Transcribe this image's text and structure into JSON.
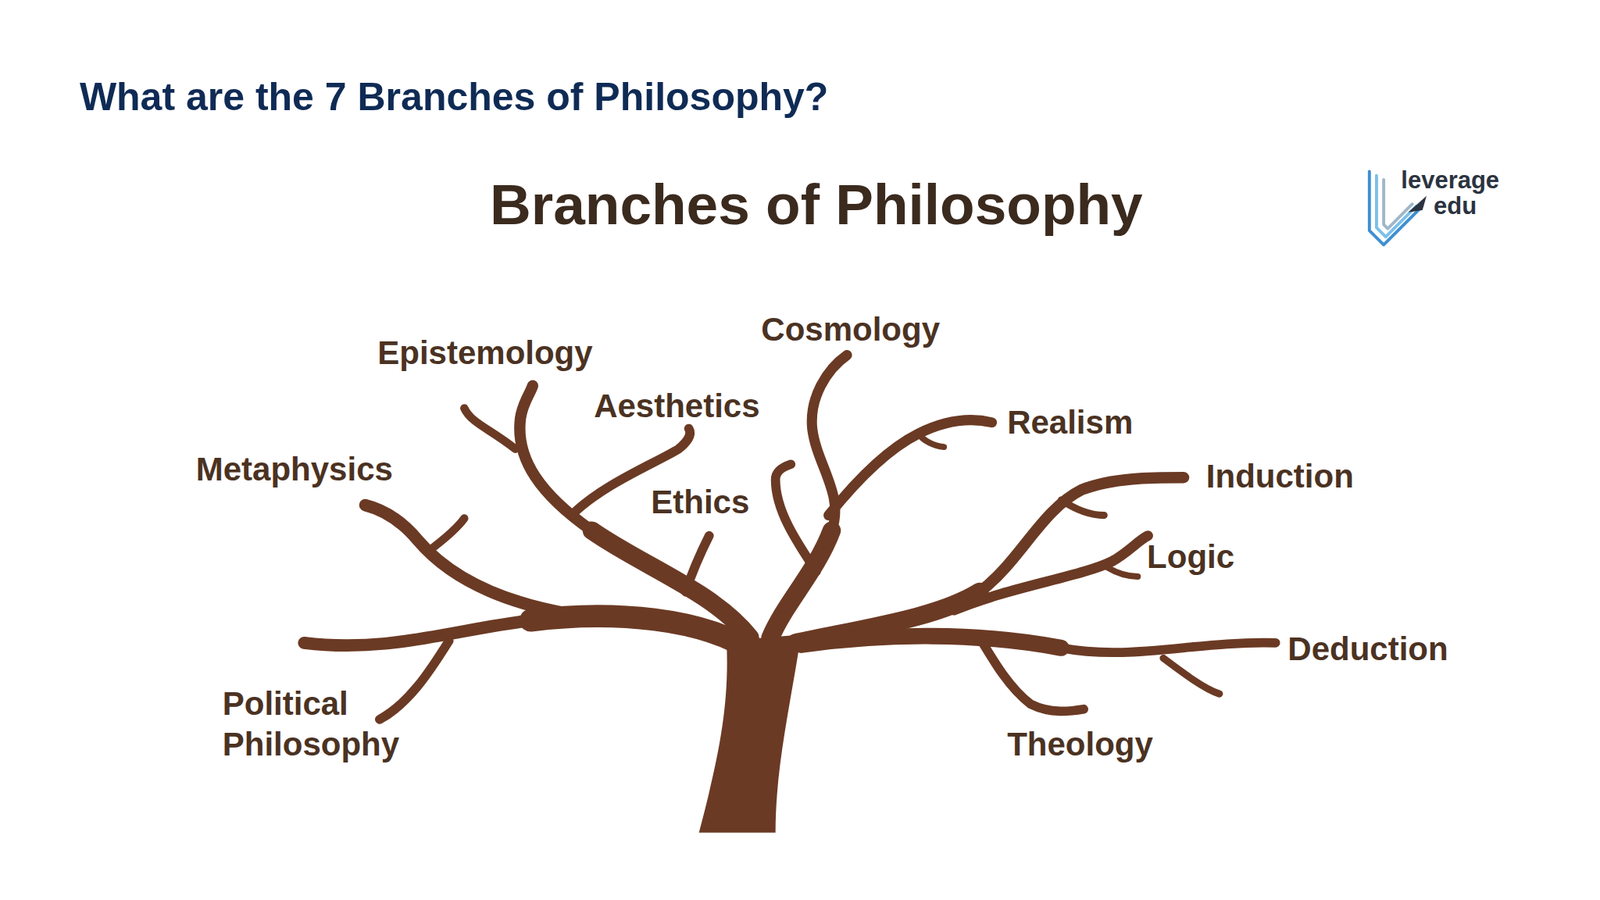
{
  "diagram": {
    "title": "What are the 7 Branches of Philosophy?",
    "labels": [
      "Branches of Philosophy",
      "leverage",
      "edu",
      "Epistemology",
      "Cosmology",
      "Aesthetics",
      "Realism",
      "Metaphysics",
      "Ethics",
      "Induction",
      "Logic",
      "Deduction",
      "Political Philosophy",
      "Theology"
    ]
  }
}
